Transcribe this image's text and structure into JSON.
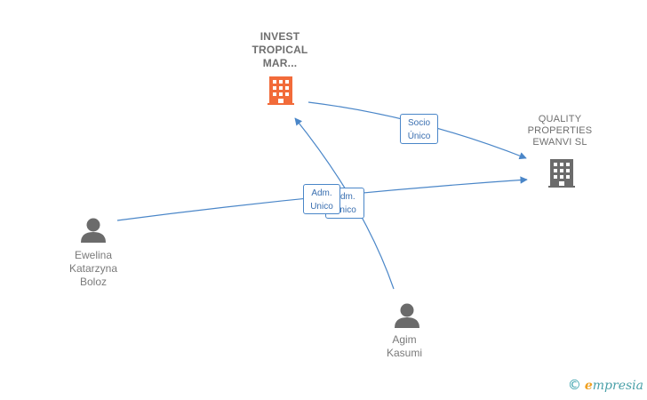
{
  "nodes": {
    "invest": {
      "label": "INVEST\nTROPICAL\nMAR...",
      "type": "company",
      "color": "#f26b3a"
    },
    "quality": {
      "label": "QUALITY\nPROPERTIES\nEWANVI  SL",
      "type": "company",
      "color": "#6b6b6b"
    },
    "ewelina": {
      "label": "Ewelina\nKatarzyna\nBoloz",
      "type": "person",
      "color": "#6b6b6b"
    },
    "agim": {
      "label": "Agim\nKasumi",
      "type": "person",
      "color": "#6b6b6b"
    }
  },
  "edges": [
    {
      "from": "invest",
      "to": "quality",
      "label": "Socio\nÚnico"
    },
    {
      "from": "ewelina",
      "to": "quality",
      "label": "Adm.\nUnico"
    },
    {
      "from": "agim",
      "to": "invest",
      "label": "Adm.\nUnico"
    }
  ],
  "colors": {
    "edge": "#4a86c8",
    "brand_teal": "#2c9aa6",
    "brand_orange": "#f0a020"
  },
  "footer": {
    "copyright": "©",
    "brand_e": "e",
    "brand_rest": "mpresia"
  }
}
